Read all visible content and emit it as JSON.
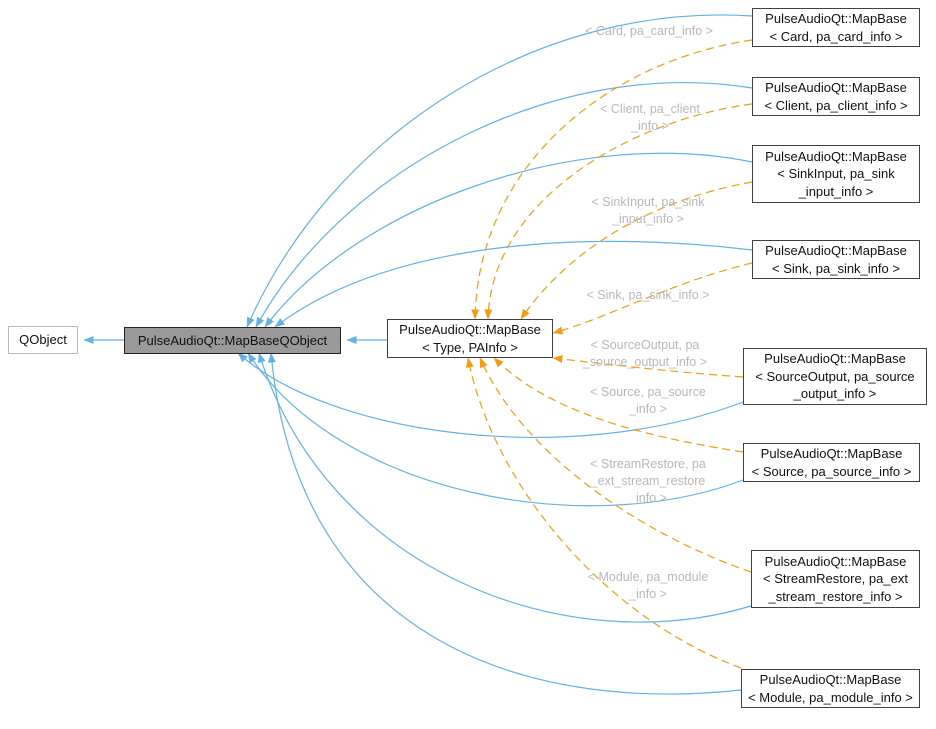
{
  "diagram": {
    "kind": "inheritance-graph",
    "nodes": {
      "qobject": {
        "lines": [
          "QObject"
        ]
      },
      "mapbaseqobject": {
        "lines": [
          "PulseAudioQt::MapBaseQObject"
        ]
      },
      "mapbase": {
        "lines": [
          "PulseAudioQt::MapBase",
          "< Type, PAInfo >"
        ]
      },
      "card": {
        "lines": [
          "PulseAudioQt::MapBase",
          "< Card, pa_card_info >"
        ]
      },
      "client": {
        "lines": [
          "PulseAudioQt::MapBase",
          "< Client, pa_client_info >"
        ]
      },
      "sinkinput": {
        "lines": [
          "PulseAudioQt::MapBase",
          "< SinkInput, pa_sink",
          "_input_info >"
        ]
      },
      "sink": {
        "lines": [
          "PulseAudioQt::MapBase",
          "< Sink, pa_sink_info >"
        ]
      },
      "sourceoutput": {
        "lines": [
          "PulseAudioQt::MapBase",
          "< SourceOutput, pa_source",
          "_output_info >"
        ]
      },
      "source": {
        "lines": [
          "PulseAudioQt::MapBase",
          "< Source, pa_source_info >"
        ]
      },
      "streamrestore": {
        "lines": [
          "PulseAudioQt::MapBase",
          "< StreamRestore, pa_ext",
          "_stream_restore_info >"
        ]
      },
      "module": {
        "lines": [
          "PulseAudioQt::MapBase",
          "< Module, pa_module_info >"
        ]
      }
    },
    "edge_labels": {
      "card": [
        "< Card, pa_card_info >"
      ],
      "client": [
        "< Client, pa_client",
        "_info >"
      ],
      "sinkinput": [
        "< SinkInput, pa_sink",
        "_input_info >"
      ],
      "sink": [
        "< Sink, pa_sink_info >"
      ],
      "sourceoutput": [
        "< SourceOutput, pa",
        "_source_output_info >"
      ],
      "source": [
        "< Source, pa_source",
        "_info >"
      ],
      "streamrestore": [
        "< StreamRestore, pa",
        "_ext_stream_restore",
        "_info >"
      ],
      "module": [
        "< Module, pa_module",
        "_info >"
      ]
    },
    "colors": {
      "inheritance_edge": "#63b1e5",
      "template_edge": "#f39c12",
      "edge_label_text": "#b8b8b8",
      "node_border": "#404040",
      "external_node_border": "#b8b8b8",
      "highlight_fill": "#999999",
      "node_fill": "#ffffff",
      "text": "#111111"
    }
  }
}
